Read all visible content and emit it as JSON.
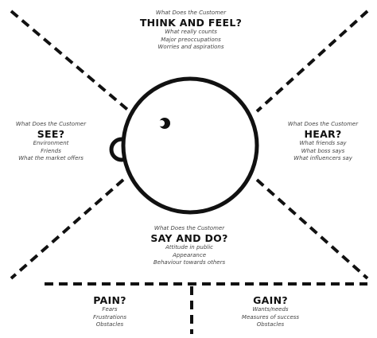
{
  "sections": {
    "think_feel": {
      "prefix": "What Does the Customer",
      "heading": "THINK AND FEEL?",
      "items": [
        "What really counts",
        "Major preoccupations",
        "Worries and aspirations"
      ]
    },
    "see": {
      "prefix": "What Does the Customer",
      "heading": "SEE?",
      "items": [
        "Environment",
        "Friends",
        "What the market offers"
      ]
    },
    "hear": {
      "prefix": "What Does the Customer",
      "heading": "HEAR?",
      "items": [
        "What friends say",
        "What boss says",
        "What influencers say"
      ]
    },
    "say_do": {
      "prefix": "What Does the Customer",
      "heading": "SAY AND DO?",
      "items": [
        "Attitude in public",
        "Appearance",
        "Behaviour towards others"
      ]
    },
    "pain": {
      "heading": "PAIN?",
      "items": [
        "Fears",
        "Frustrations",
        "Obstacles"
      ]
    },
    "gain": {
      "heading": "GAIN?",
      "items": [
        "Wants/needs",
        "Measures of success",
        "Obstacles"
      ]
    }
  },
  "colors": {
    "line": "#111111",
    "text": "#111111",
    "background": "#ffffff"
  }
}
